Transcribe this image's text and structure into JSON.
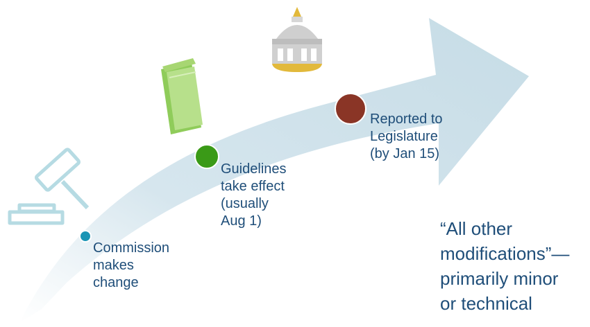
{
  "steps": [
    {
      "label": "Commission\nmakes\nchange",
      "color": "#1b95b5",
      "icon": "gavel-icon"
    },
    {
      "label": "Guidelines\ntake effect\n(usually\nAug 1)",
      "color": "#3a9a17",
      "icon": "book-icon"
    },
    {
      "label": "Reported to\nLegislature\n(by Jan 15)",
      "color": "#8a3526",
      "icon": "capitol-dome-icon"
    }
  ],
  "note": "“All other\nmodifications”—\nprimarily minor\nor technical",
  "colors": {
    "arrow": "#c9dde6",
    "text": "#1f4e79",
    "gavel": "#b6dbe3",
    "book": "#9fd46e",
    "dome": "#cfcfcf",
    "dome_gold": "#e2b93b"
  }
}
